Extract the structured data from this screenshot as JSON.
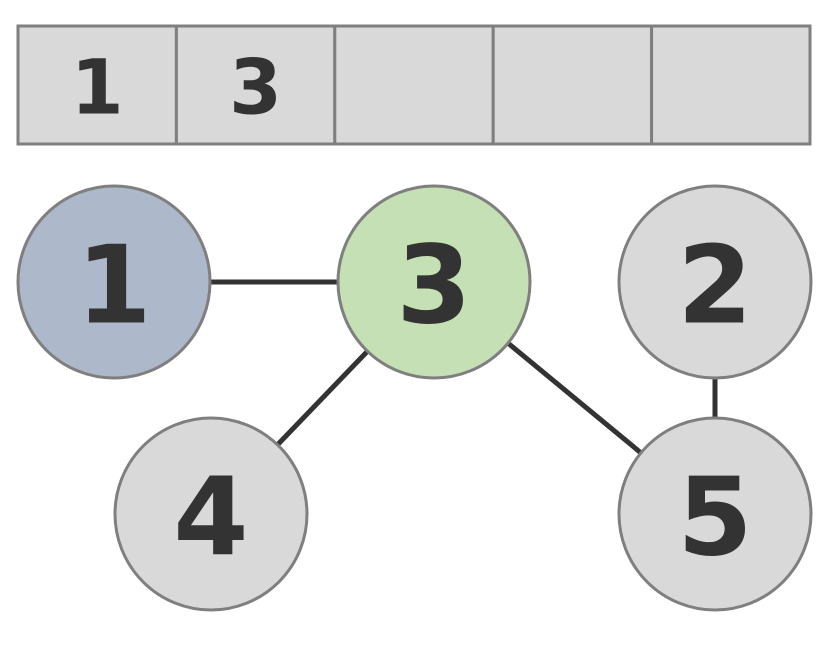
{
  "queue": {
    "cells": [
      "1",
      "3",
      "",
      "",
      ""
    ],
    "fill_color": "#d9d9d9",
    "border_color": "#7f7f7f"
  },
  "graph": {
    "nodes": [
      {
        "id": "1",
        "label": "1",
        "state": "visited",
        "color": "#adb9ca"
      },
      {
        "id": "3",
        "label": "3",
        "state": "current",
        "color": "#c5e0b4"
      },
      {
        "id": "2",
        "label": "2",
        "state": "unvisited",
        "color": "#d9d9d9"
      },
      {
        "id": "4",
        "label": "4",
        "state": "unvisited",
        "color": "#d9d9d9"
      },
      {
        "id": "5",
        "label": "5",
        "state": "unvisited",
        "color": "#d9d9d9"
      }
    ],
    "edges": [
      {
        "from": "1",
        "to": "3"
      },
      {
        "from": "3",
        "to": "4"
      },
      {
        "from": "3",
        "to": "5"
      },
      {
        "from": "2",
        "to": "5"
      }
    ],
    "edge_color": "#333333",
    "text_color": "#333333"
  }
}
